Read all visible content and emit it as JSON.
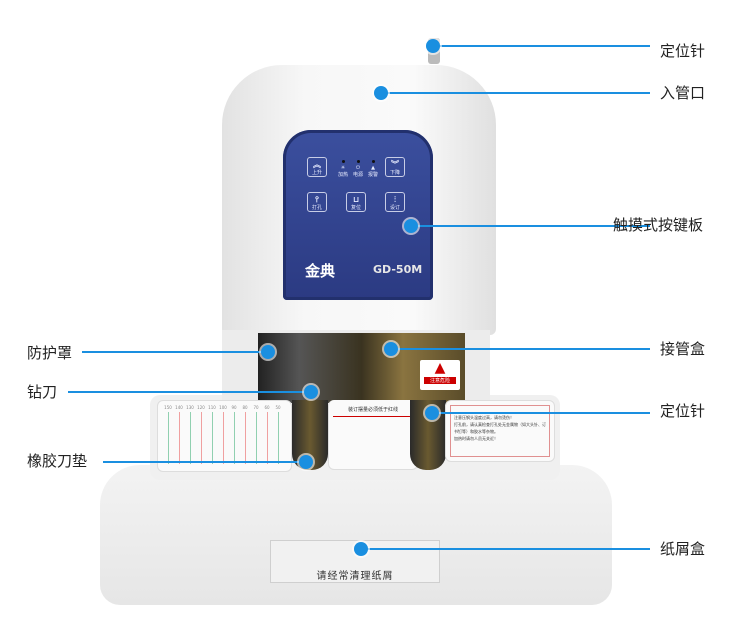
{
  "machine": {
    "brand": "金典",
    "model": "GD-50M",
    "panel_keys": [
      "上升",
      "下降",
      "打孔",
      "复位",
      "设订"
    ],
    "indicators": [
      "加热",
      "电源",
      "报警"
    ],
    "center_card_text": "装订摆量必须低于红线",
    "warning_label": "注意危险",
    "warning_lines": [
      "注意压钢头温度过高，请勿烫伤！",
      "打孔前，请认真检查打孔处无金属物（如大头针、订书钉等）和胶水等杂物。",
      "加热时请勿人员无关近！"
    ],
    "ruler_ticks": [
      "150",
      "140",
      "130",
      "120",
      "110",
      "100",
      "90",
      "80",
      "70",
      "60",
      "50"
    ],
    "drawer_text": "请经常清理纸屑"
  },
  "callouts": {
    "right": [
      "定位针",
      "入管口",
      "触摸式按键板",
      "接管盒",
      "定位针",
      "纸屑盒"
    ],
    "left": [
      "防护罩",
      "钻刀",
      "橡胶刀垫"
    ]
  },
  "colors": {
    "accent": "#1a8fe0",
    "panel": "#2e3f8c"
  }
}
